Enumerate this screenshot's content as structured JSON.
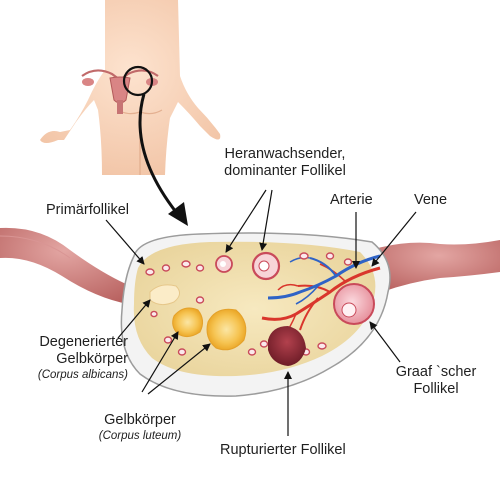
{
  "labels": {
    "primaerfollikel": "Primärfollikel",
    "heranwachsender_line1": "Heranwachsender,",
    "heranwachsender_line2": "dominanter Follikel",
    "arterie": "Arterie",
    "vene": "Vene",
    "degenerierter_line1": "Degenerierter",
    "degenerierter_line2": "Gelbkörper",
    "corpus_albicans": "(Corpus albicans)",
    "gelbkoerper": "Gelbkörper",
    "corpus_luteum": "(Corpus luteum)",
    "graaf_line1": "Graaf `scher",
    "graaf_line2": "Follikel",
    "rupturierter": "Rupturierter Follikel"
  },
  "colors": {
    "skin": "#f7d3b8",
    "ovary_outer": "#f4f4f4",
    "ovary_inner": "#f0e2b3",
    "tube": "#c47b7a",
    "artery": "#d9362c",
    "vein": "#2f63c6",
    "follicle": "#c94a5a",
    "corpus_luteum": "#f3b42e"
  }
}
